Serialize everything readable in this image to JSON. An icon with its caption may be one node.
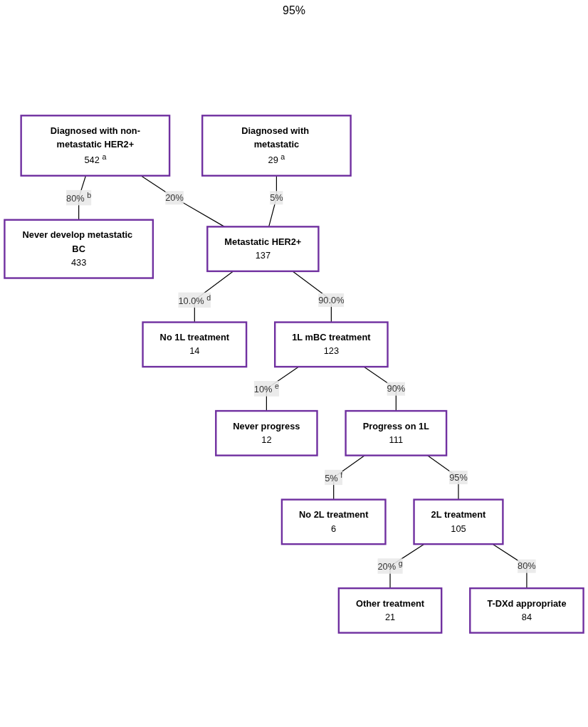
{
  "diagram": {
    "nodes": [
      {
        "text": [
          "Diagnosed with metastatic",
          "29 $^{a}$"
        ]
      },
      {
        "text": [
          "Diagnosed with non-metastatic HER2+",
          "542 $^{a}$"
        ]
      },
      {
        "text": [
          "Never develop metastatic BC",
          "433"
        ]
      },
      {
        "text": [
          "Metastatic HER2+",
          "137"
        ]
      },
      {
        "text": [
          "No 1L treatment",
          "14"
        ]
      },
      {
        "text": [
          "1L mBC treatment",
          "123"
        ]
      },
      {
        "text": [
          "Never progress",
          "12"
        ]
      },
      {
        "text": [
          "Progress on 1L",
          "111"
        ]
      },
      {
        "text": [
          "No 2L treatment",
          "6"
        ]
      },
      {
        "text": [
          "2L treatment",
          "105"
        ]
      },
      {
        "text": [
          "Other treatment",
          "21"
        ]
      },
      {
        "text": [
          "T-DXd appropriate",
          "84"
        ]
      }
    ],
    "edges": [
      {
        "from": 0,
        "to": 3,
        "arrow": "none",
        "label": "5%"
      },
      {
        "from": 1,
        "to": 2,
        "arrow": "none",
        "label": "80% $^{b}$"
      },
      {
        "from": 1,
        "to": 3,
        "arrow": "none",
        "label": "20%"
      },
      {
        "from": 3,
        "to": 4,
        "arrow": "none",
        "label": "10.0% $^{d}$"
      },
      {
        "from": 3,
        "to": 5,
        "arrow": "none",
        "label": "90.0%"
      },
      {
        "from": 5,
        "to": 6,
        "arrow": "none",
        "label": "10% $^{e}$"
      },
      {
        "from": 5,
        "to": 7,
        "arrow": "none",
        "label": "90%"
      },
      {
        "from": 7,
        "to": 8,
        "arrow": "none",
        "label": "5% $^{f}$"
      },
      {
        "from": 7,
        "to": 9,
        "arrow": "none",
        "label": "95%"
      },
      {
        "from": 9,
        "to": 10,
        "arrow": "none",
        "label": "20% $^{g}$"
      },
      {
        "from": 9,
        "to": 11,
        "arrow": "none",
        "label": "80%"
      }
    ],
    "labels": [
      "95%"
    ]
  }
}
